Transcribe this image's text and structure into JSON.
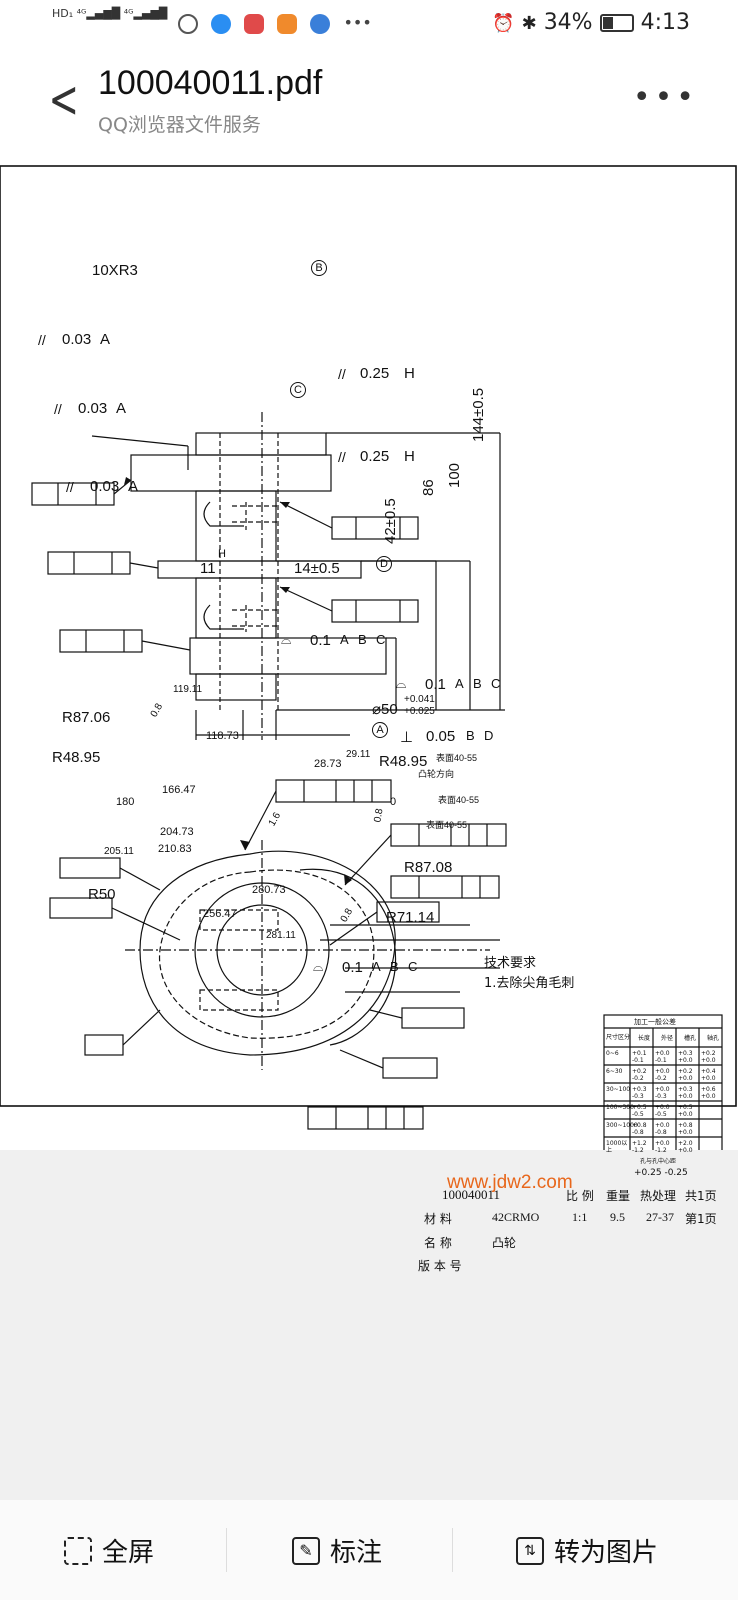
{
  "status_bar": {
    "network_left": "HD 4G 4G",
    "battery": "34%",
    "time": "4:13"
  },
  "header": {
    "title": "100040011.pdf",
    "subtitle": "QQ浏览器文件服务",
    "more_icon": "more-dots-icon",
    "back_icon": "back-arrow-icon"
  },
  "drawing": {
    "labels": {
      "fillet": "10XR3",
      "tol_parallel_1": "0.03",
      "tol_parallel_2": "0.03",
      "tol_parallel_3": "0.03",
      "tol_parallel_4": "0.25",
      "tol_parallel_5": "0.25",
      "datum_a": "A",
      "datum_b": "B",
      "datum_c": "C",
      "datum_d": "D",
      "datum_h": "H",
      "dim_144": "144±0.5",
      "dim_100": "100",
      "dim_86": "86",
      "dim_42": "42±0.5",
      "dim_11": "11",
      "dim_14": "14±0.5",
      "profile_1": "0.1",
      "profile_2": "0.1",
      "profile_3": "0.1",
      "perp": "0.05",
      "dia": "⌀50",
      "dia_up": "+0.041",
      "dia_low": "+0.025",
      "r87_06": "R87.06",
      "r48_95a": "R48.95",
      "r48_95b": "R48.95",
      "r87_08": "R87.08",
      "r71_14": "R71.14",
      "r50": "R50",
      "a119": "119.11",
      "a118": "118.73",
      "a166": "166.47",
      "a180": "180",
      "a204": "204.73",
      "a205": "205.11",
      "a210": "210.83",
      "a256": "256.47",
      "a280": "280.73",
      "a281": "281.11",
      "a28": "28.73",
      "a29": "29.11",
      "a0": "0",
      "rough": "0.8",
      "rough2": "1.6",
      "note1": "表面40-55",
      "note2": "表面40-55",
      "note3": "表面40-55",
      "note4": "凸轮方向",
      "tech_title": "技术要求",
      "tech_1": "1.去除尖角毛刺"
    },
    "tolerance_table": {
      "title": "加工一般公差",
      "headers": [
        "尺寸区分",
        "长度",
        "外径",
        "槽孔",
        "轴孔"
      ],
      "rows": [
        [
          "0~6",
          "+0.1 -0.1",
          "+0.0 -0.1",
          "+0.3 +0.0",
          "+0.2 +0.0"
        ],
        [
          "6~30",
          "+0.2 -0.2",
          "+0.0 -0.2",
          "+0.2 +0.0",
          "+0.4 +0.0"
        ],
        [
          "30~100",
          "+0.3 -0.3",
          "+0.0 -0.3",
          "+0.3 +0.0",
          "+0.6 +0.0"
        ],
        [
          "100~300",
          "+0.5 -0.5",
          "+0.0 -0.5",
          "+0.5 +0.0",
          ""
        ],
        [
          "300~1000",
          "+0.8 -0.8",
          "+0.0 -0.8",
          "+0.8 +0.0",
          ""
        ],
        [
          "1000以上",
          "+1.2 -1.2",
          "+0.0 -1.2",
          "+2.0 +0.0",
          ""
        ]
      ],
      "hole_title": "孔与孔中心距",
      "hole_value": "+0.25  -0.25"
    },
    "title_block": {
      "part_no": "100040011",
      "scale_label": "比 例",
      "weight_label": "重量",
      "heat_label": "热处理",
      "total_pages": "共1页",
      "material_label": "材 料",
      "material": "42CRMO",
      "scale": "1:1",
      "weight": "9.5",
      "heat": "27-37",
      "page": "第1页",
      "name_label": "名 称",
      "name": "凸轮",
      "version_label": "版 本 号"
    }
  },
  "watermark": "www.jdw2.com",
  "bottom_bar": {
    "fullscreen_label": "全屏",
    "annotate_label": "标注",
    "to_image_label": "转为图片"
  }
}
